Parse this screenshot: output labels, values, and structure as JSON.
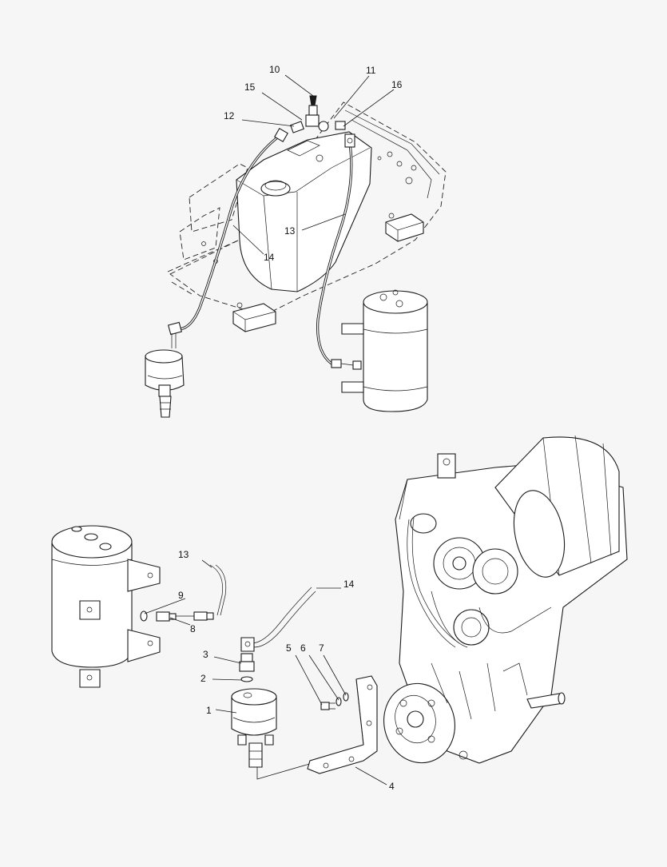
{
  "callouts": {
    "c1": "1",
    "c2": "2",
    "c3": "3",
    "c4": "4",
    "c5": "5",
    "c6": "6",
    "c7": "7",
    "c8": "8",
    "c9": "9",
    "c10": "10",
    "c11": "11",
    "c12": "12",
    "c13_top": "13",
    "c13_bottom": "13",
    "c14_top": "14",
    "c14_bottom": "14",
    "c15": "15",
    "c16": "16"
  },
  "colors": {
    "background": "#f6f6f6",
    "line": "#1a1a1a"
  }
}
